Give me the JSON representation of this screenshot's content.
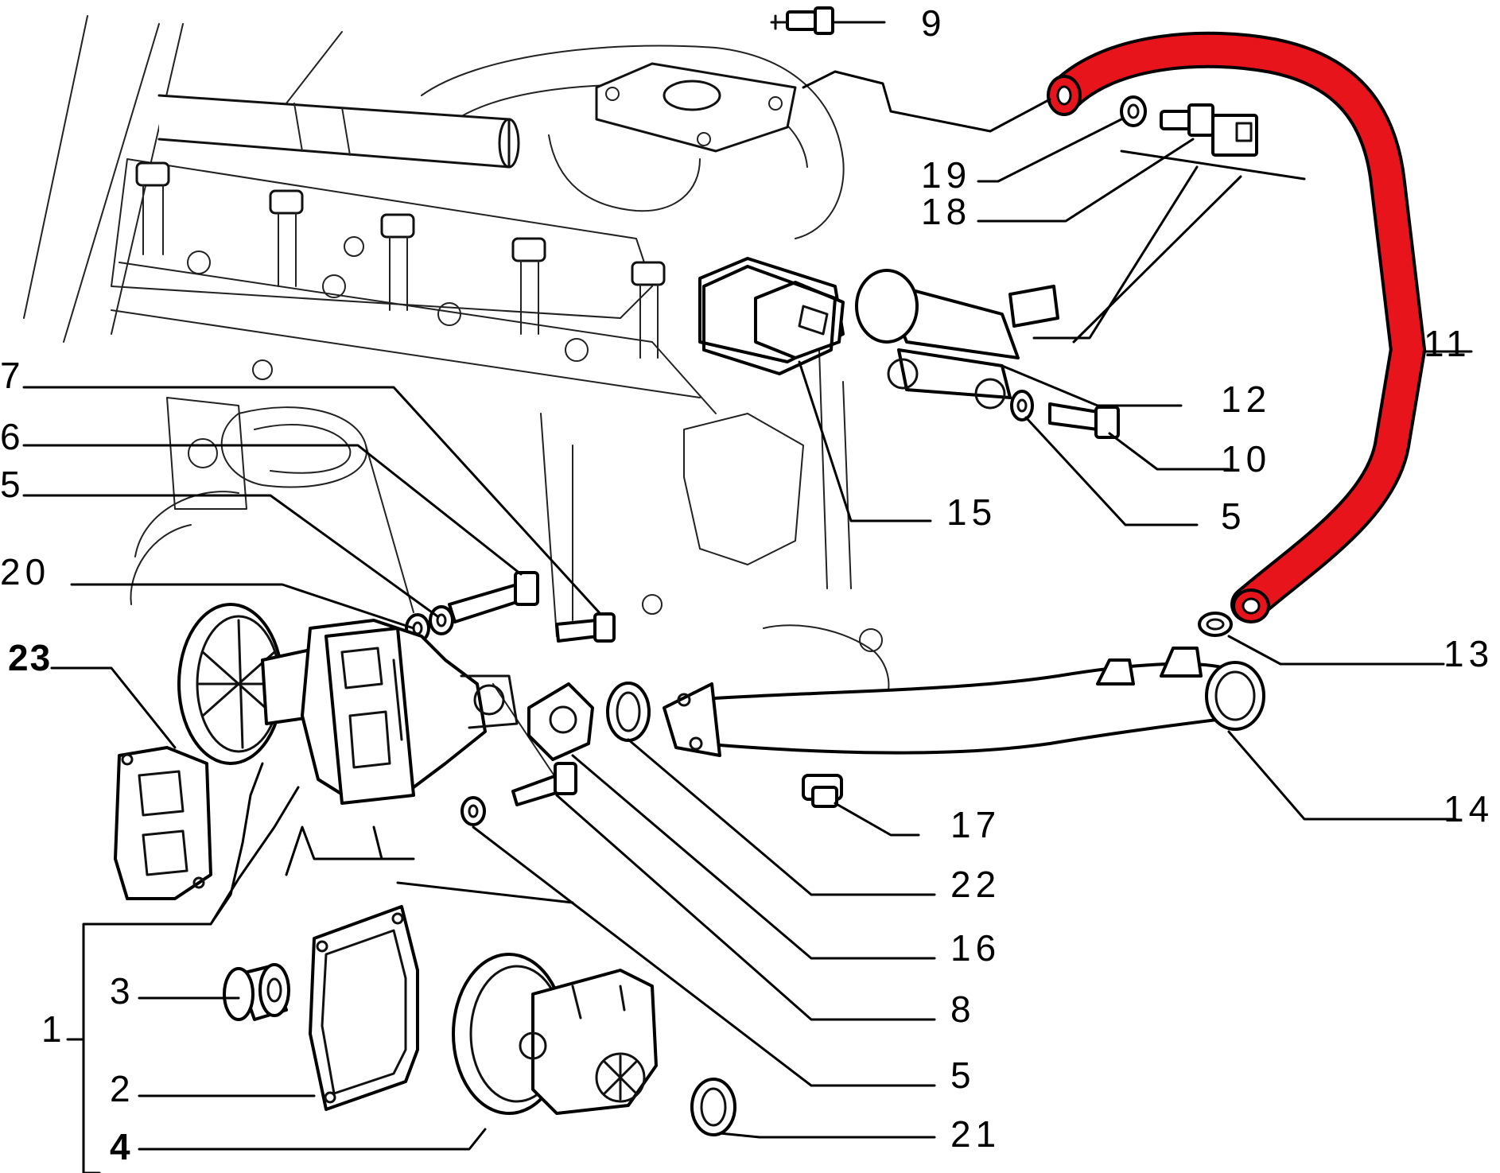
{
  "colors": {
    "line": "#000000",
    "hose": "#e8141c",
    "background": "#ffffff"
  },
  "labels": [
    {
      "id": "9",
      "text": "9"
    },
    {
      "id": "19",
      "text": "19"
    },
    {
      "id": "18",
      "text": "18"
    },
    {
      "id": "11",
      "text": "11"
    },
    {
      "id": "12",
      "text": "12"
    },
    {
      "id": "10",
      "text": "10"
    },
    {
      "id": "5a",
      "text": "5"
    },
    {
      "id": "15",
      "text": "15"
    },
    {
      "id": "7",
      "text": "7"
    },
    {
      "id": "6",
      "text": "6"
    },
    {
      "id": "5b",
      "text": "5"
    },
    {
      "id": "20",
      "text": "20"
    },
    {
      "id": "23",
      "text": "23"
    },
    {
      "id": "13",
      "text": "13"
    },
    {
      "id": "14",
      "text": "14"
    },
    {
      "id": "17",
      "text": "17"
    },
    {
      "id": "22",
      "text": "22"
    },
    {
      "id": "16",
      "text": "16"
    },
    {
      "id": "8",
      "text": "8"
    },
    {
      "id": "5c",
      "text": "5"
    },
    {
      "id": "21",
      "text": "21"
    },
    {
      "id": "1",
      "text": "1"
    },
    {
      "id": "3",
      "text": "3"
    },
    {
      "id": "2",
      "text": "2"
    },
    {
      "id": "4",
      "text": "4"
    }
  ]
}
